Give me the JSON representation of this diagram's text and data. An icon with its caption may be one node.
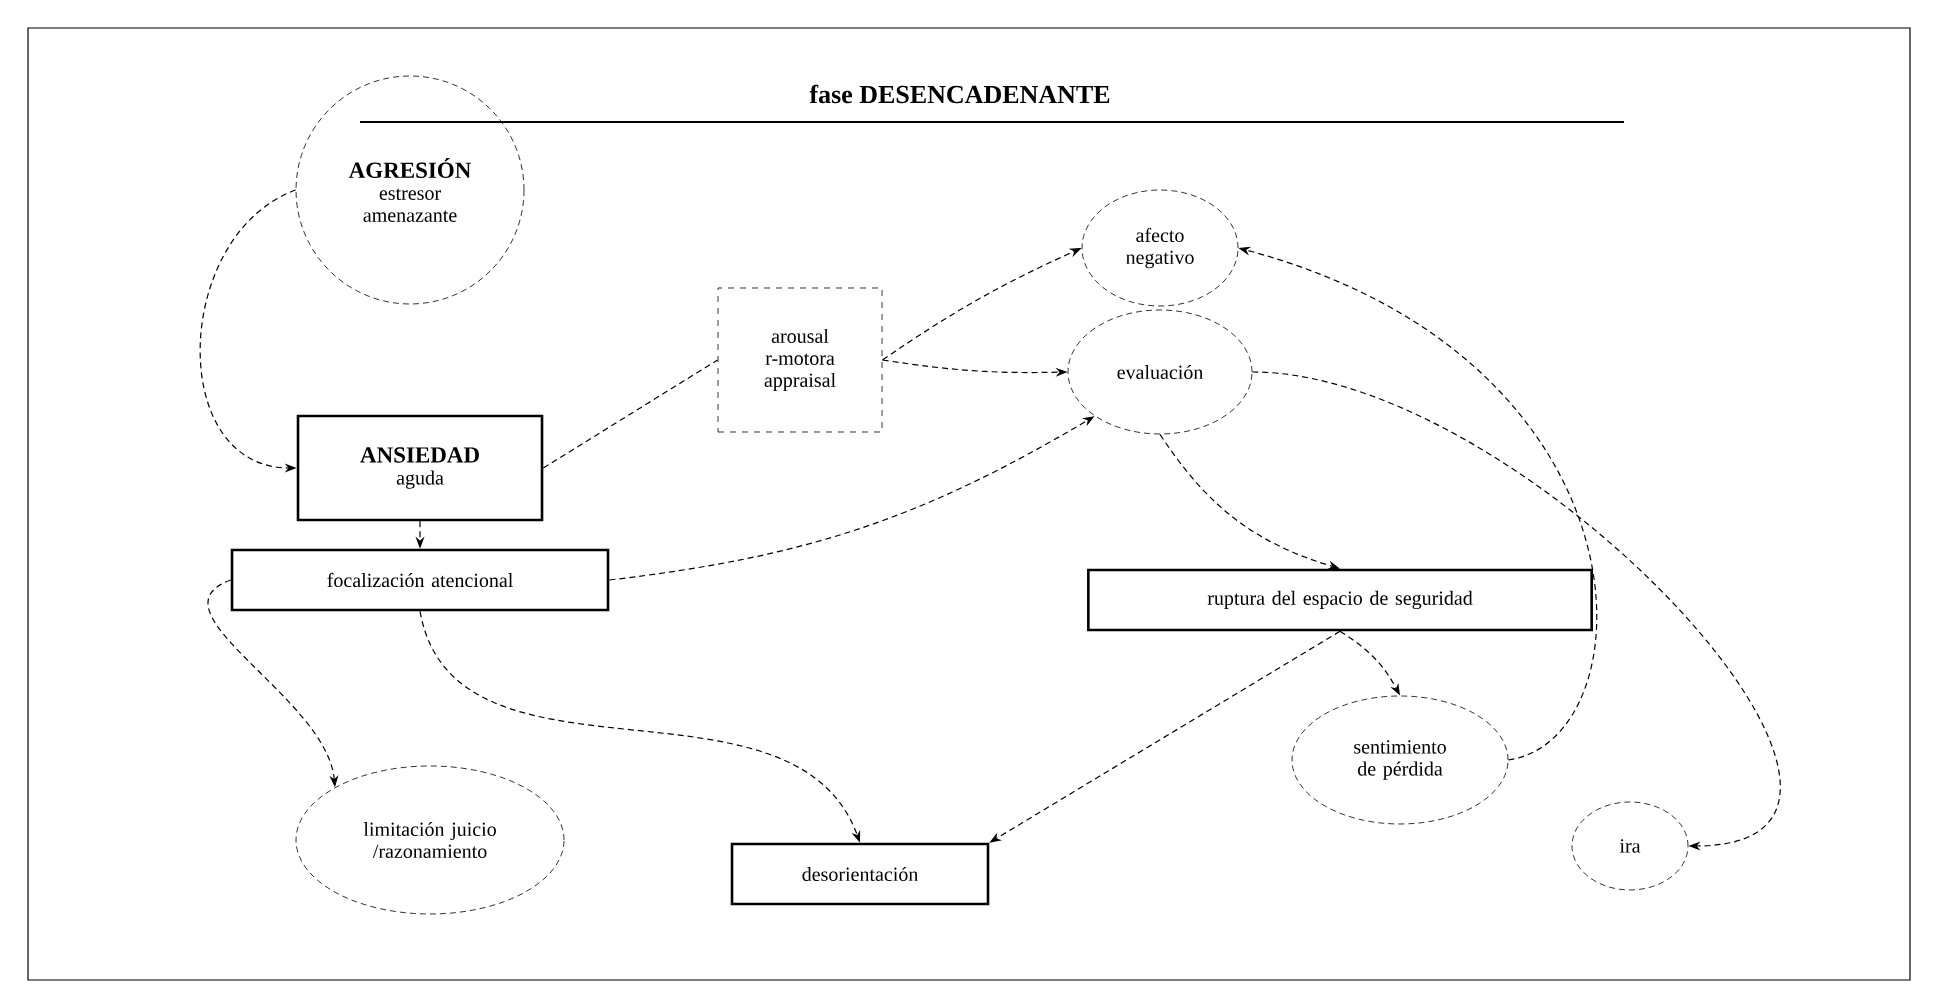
{
  "diagram": {
    "title": "fase DESENCADENANTE",
    "nodes": [
      {
        "text": [
          "AGRESIÓN",
          "estresor amenazante"
        ]
      },
      {
        "text": [
          "arousal r-motora appraisal"
        ]
      },
      {
        "text": [
          "afecto negativo"
        ]
      },
      {
        "text": [
          "ANSIEDAD",
          "aguda"
        ]
      },
      {
        "text": [
          "evaluación"
        ]
      },
      {
        "text": [
          "focalización atencional"
        ]
      },
      {
        "text": [
          "ruptura del espacio de seguridad"
        ]
      },
      {
        "text": [
          "limitación juicio /razonamiento"
        ]
      },
      {
        "text": [
          "sentimiento de pérdida"
        ]
      },
      {
        "text": [
          "ira"
        ]
      },
      {
        "text": [
          "desorientación"
        ]
      }
    ],
    "edges": [
      {
        "from": 0,
        "to": 3,
        "arrow": "to"
      },
      {
        "from": 3,
        "to": 1,
        "arrow": "none"
      },
      {
        "from": 1,
        "to": 2,
        "arrow": "to"
      },
      {
        "from": 1,
        "to": 4,
        "arrow": "to"
      },
      {
        "from": 3,
        "to": 5,
        "arrow": "to"
      },
      {
        "from": 5,
        "to": 4,
        "arrow": "to"
      },
      {
        "from": 4,
        "to": 6,
        "arrow": "to"
      },
      {
        "from": 5,
        "to": 7,
        "arrow": "to"
      },
      {
        "from": 5,
        "to": 10,
        "arrow": "to"
      },
      {
        "from": 6,
        "to": 10,
        "arrow": "to"
      },
      {
        "from": 6,
        "to": 8,
        "arrow": "to"
      },
      {
        "from": 8,
        "to": 2,
        "arrow": "to"
      },
      {
        "from": 4,
        "to": 9,
        "arrow": "to"
      }
    ]
  }
}
